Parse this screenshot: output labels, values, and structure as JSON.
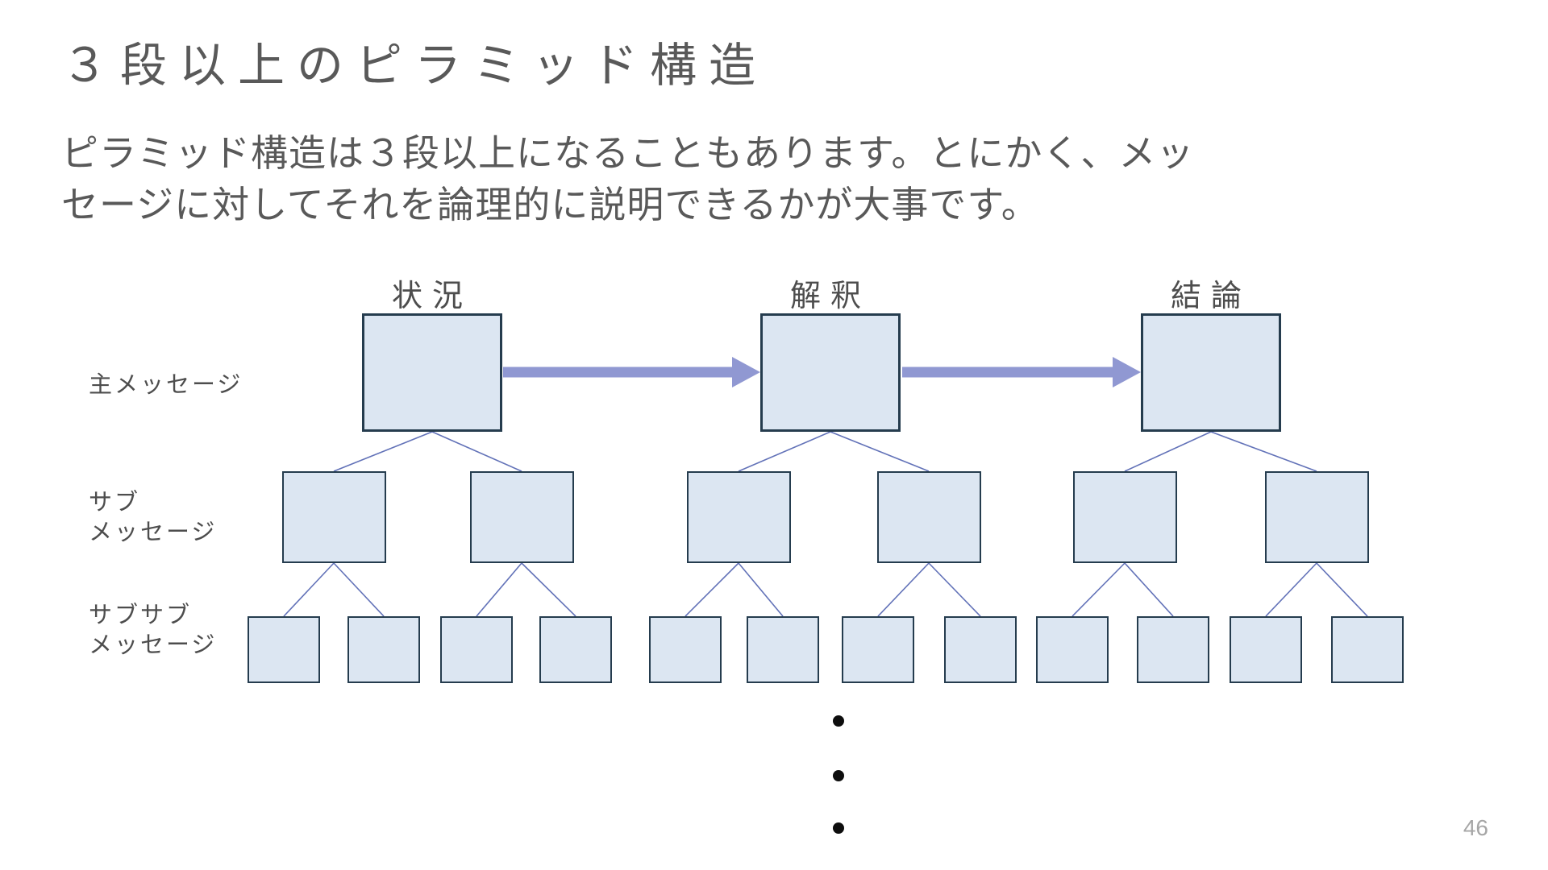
{
  "slide": {
    "title": "３段以上のピラミッド構造",
    "body_lines": [
      "ピラミッド構造は３段以上になることもあります。とにかく、メッ",
      "セージに対してそれを論理的に説明できるかが大事です。"
    ],
    "page_number": "46"
  },
  "diagram": {
    "column_labels": [
      "状況",
      "解釈",
      "結論"
    ],
    "row_labels": {
      "main": [
        "主メッセージ"
      ],
      "sub": [
        "サブ",
        "メッセージ"
      ],
      "subsub": [
        "サブサブ",
        "メッセージ"
      ]
    },
    "levels": {
      "main_count": 3,
      "sub_count": 6,
      "subsub_count": 12
    },
    "ellipsis_dot_count": 3,
    "colors": {
      "box_fill": "#dce6f2",
      "box_border": "#253c4e",
      "connector": "#6272b8",
      "arrow": "#9098d2",
      "title_text": "#595959",
      "body_text": "#595959",
      "label_text": "#4d4d4d",
      "dot": "#0d0d0d",
      "page_number_text": "#a6a6a6"
    }
  }
}
